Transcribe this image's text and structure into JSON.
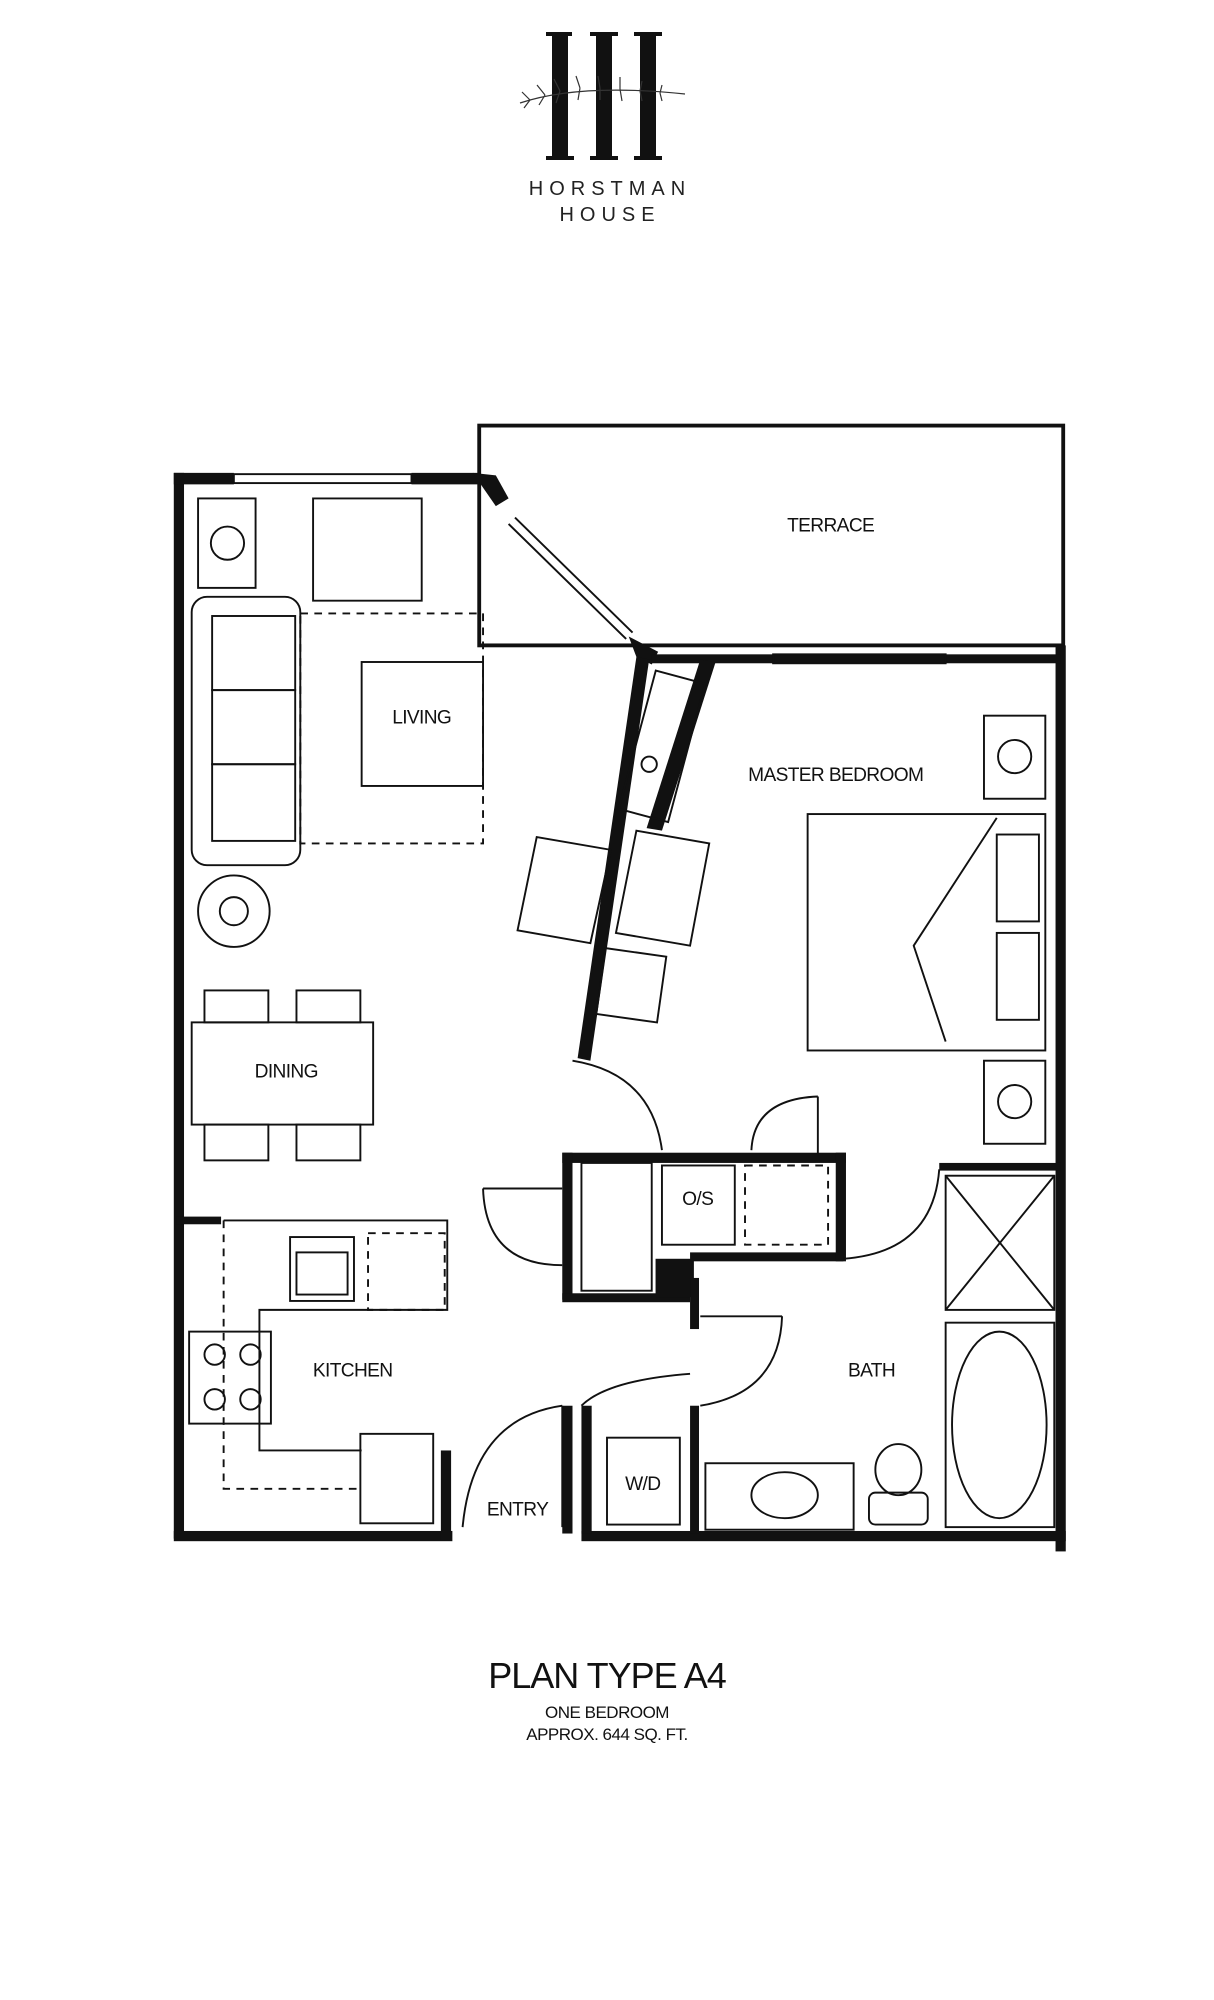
{
  "logo": {
    "line1": "HORSTMAN",
    "line2": "HOUSE"
  },
  "rooms": {
    "terrace": "TERRACE",
    "living": "LIVING",
    "master_bedroom": "MASTER BEDROOM",
    "dining": "DINING",
    "closet": "O/S",
    "kitchen": "KITCHEN",
    "bath": "BATH",
    "laundry": "W/D",
    "entry": "ENTRY"
  },
  "caption": {
    "title": "PLAN TYPE A4",
    "bedrooms": "ONE BEDROOM",
    "area": "APPROX. 644 SQ. FT."
  }
}
